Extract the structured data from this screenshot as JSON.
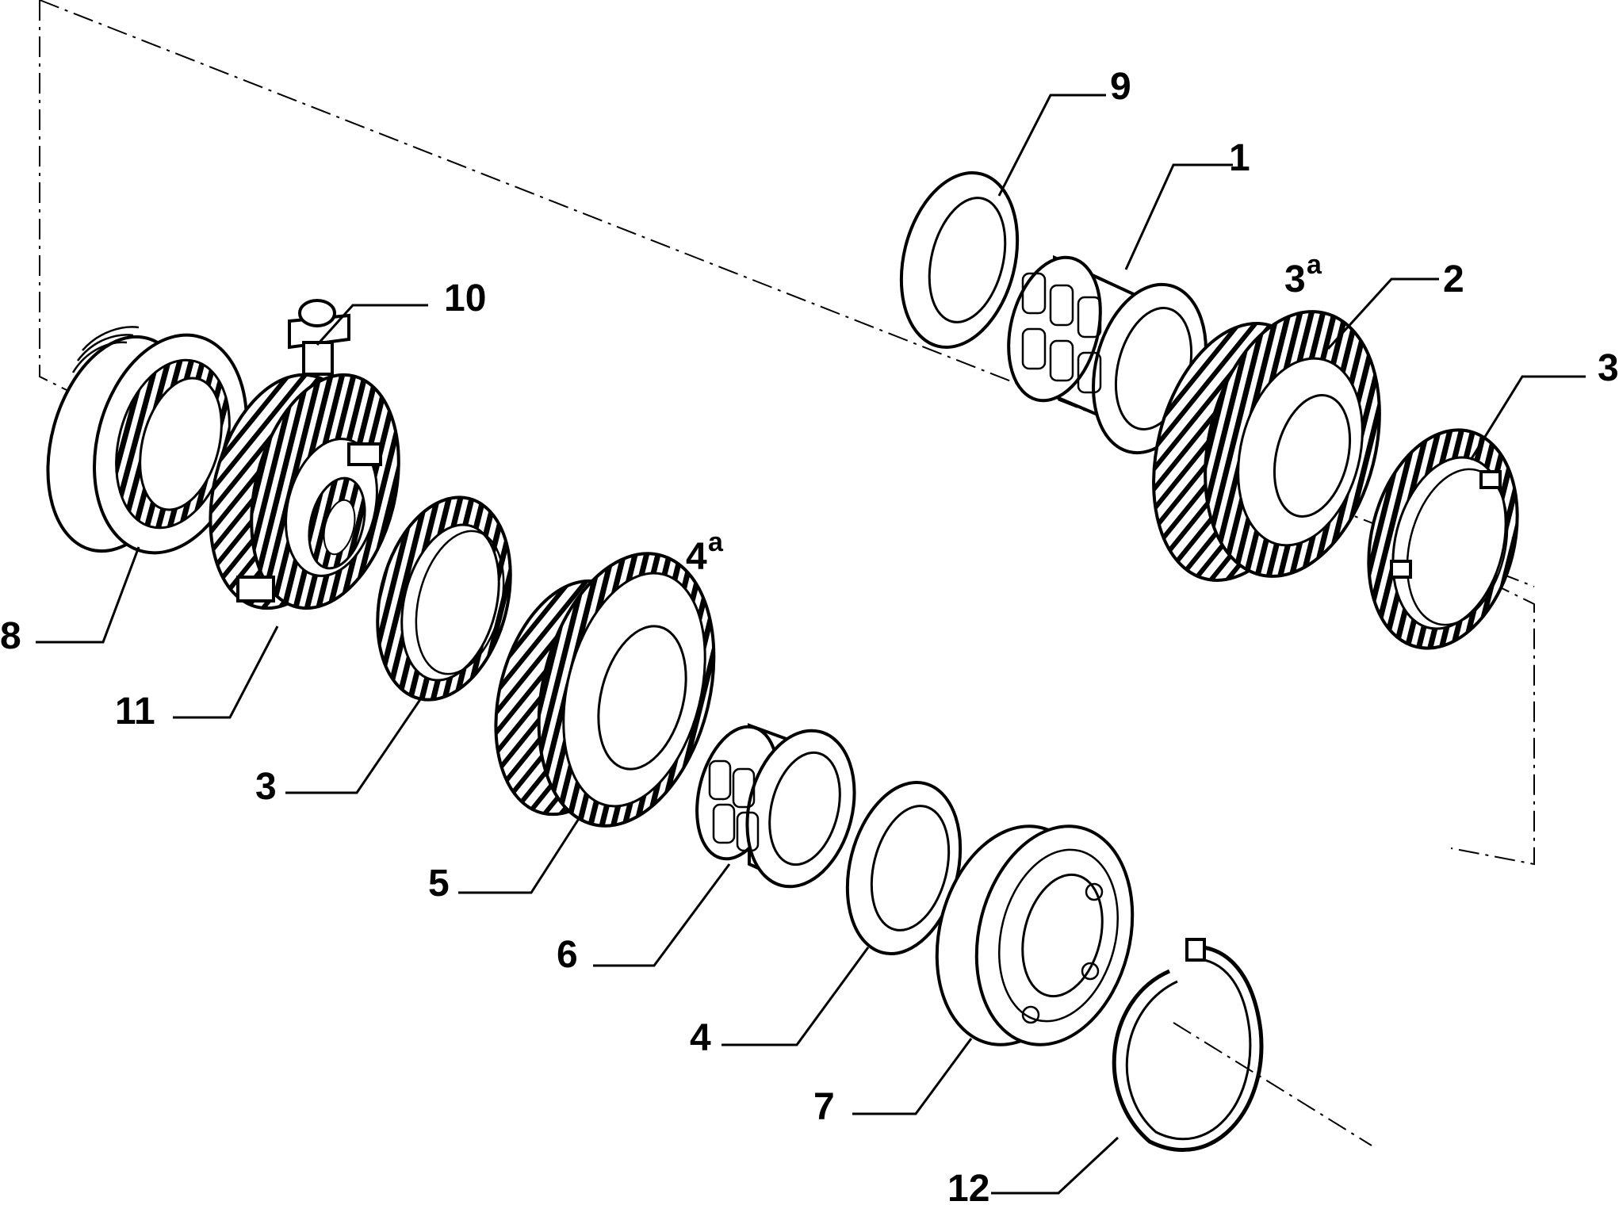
{
  "labels": {
    "p1": "1",
    "p2": "2",
    "p3_right": "3",
    "p3_left": "3",
    "p4": "4",
    "p5": "5",
    "p6": "6",
    "p7": "7",
    "p8": "8",
    "p9": "9",
    "p10": "10",
    "p11": "11",
    "p12": "12"
  },
  "gear_marks": {
    "third_base": "3",
    "third_sup": "a",
    "fourth_base": "4",
    "fourth_sup": "a"
  }
}
